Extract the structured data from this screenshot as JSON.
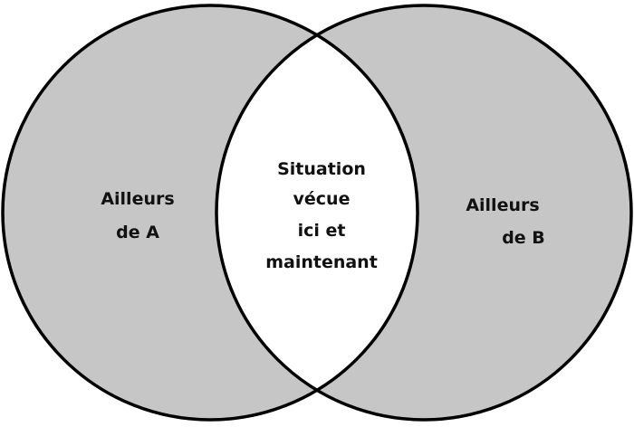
{
  "colors": {
    "fill": "#c6c6c6",
    "overlap": "#ffffff",
    "stroke": "#000000"
  },
  "left": {
    "lines": [
      "Ailleurs",
      "de A"
    ]
  },
  "right": {
    "lines": [
      "Ailleurs",
      "de B"
    ]
  },
  "center": {
    "lines": [
      "Situation",
      "vécue",
      "ici et",
      "maintenant"
    ]
  }
}
